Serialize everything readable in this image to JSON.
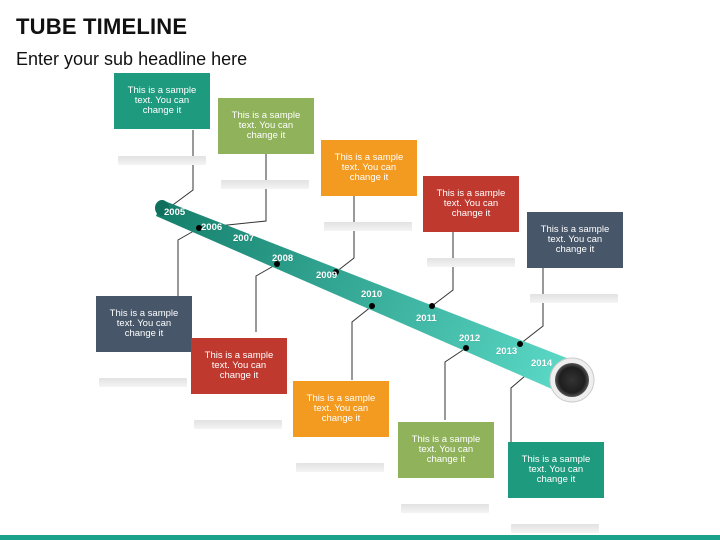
{
  "header": {
    "title": "TUBE TIMELINE",
    "subtitle": "Enter your sub headline here"
  },
  "colors": {
    "teal": "#1e9b7f",
    "green": "#8fb25a",
    "orange": "#f39a20",
    "red": "#c0392f",
    "slate": "#475669",
    "tube_start": "#15806c",
    "tube_end": "#5cdac8",
    "bottom_stripe": "#1aa38a"
  },
  "cards": [
    {
      "text": "This is a sample text. You can change it",
      "color": "teal"
    },
    {
      "text": "This is a sample text. You can change it",
      "color": "green"
    },
    {
      "text": "This is a sample text. You can change it",
      "color": "orange"
    },
    {
      "text": "This is a sample text. You can change it",
      "color": "red"
    },
    {
      "text": "This is a sample text. You can change it",
      "color": "slate"
    },
    {
      "text": "This is a sample text. You can change it",
      "color": "slate"
    },
    {
      "text": "This is a sample text. You can change it",
      "color": "red"
    },
    {
      "text": "This is a sample text. You can change it",
      "color": "orange"
    },
    {
      "text": "This is a sample text. You can change it",
      "color": "green"
    },
    {
      "text": "This is a sample text. You can change it",
      "color": "teal"
    }
  ],
  "years": [
    "2005",
    "2006",
    "2007",
    "2008",
    "2009",
    "2010",
    "2011",
    "2012",
    "2013",
    "2014"
  ]
}
